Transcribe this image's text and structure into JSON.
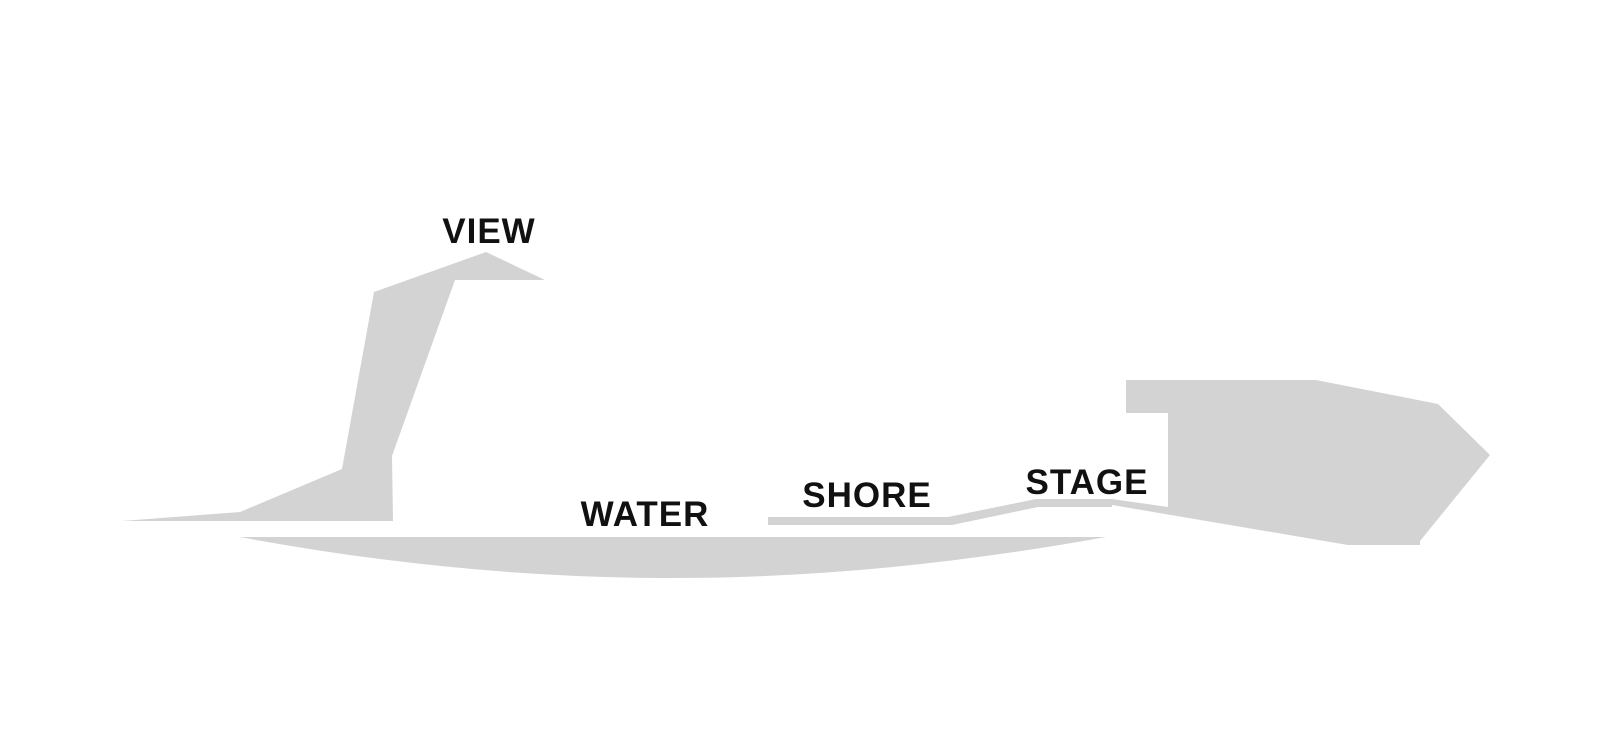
{
  "labels": {
    "view": "VIEW",
    "water": "WATER",
    "shore": "SHORE",
    "stage": "STAGE"
  },
  "colors": {
    "background": "#ffffff",
    "shape_fill": "#d3d3d3",
    "label_color": "#111111"
  }
}
